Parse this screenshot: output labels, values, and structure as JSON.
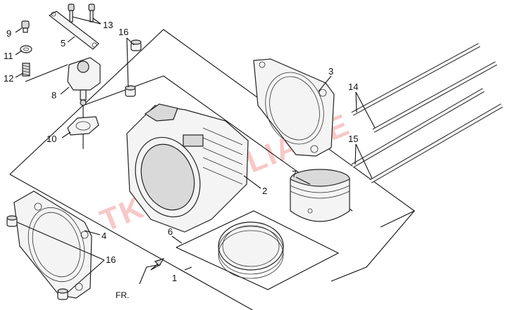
{
  "diagram": {
    "callouts": {
      "c1": "1",
      "c2": "2",
      "c3": "3",
      "c4": "4",
      "c5": "5",
      "c6": "6",
      "c7": "7",
      "c8": "8",
      "c9": "9",
      "c10": "10",
      "c11": "11",
      "c12": "12",
      "c13": "13",
      "c14": "14",
      "c15": "15",
      "c16a": "16",
      "c16b": "16"
    },
    "direction_label": "FR.",
    "watermark": "TKOPTTOLIA.EE"
  }
}
